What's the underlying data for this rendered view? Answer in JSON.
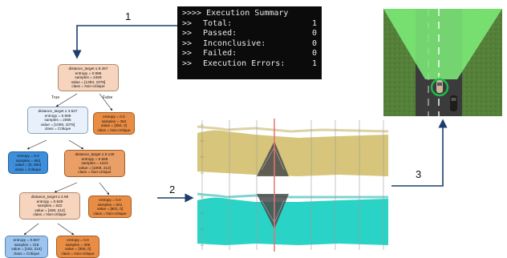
{
  "steps": {
    "one": "1",
    "two": "2",
    "three": "3"
  },
  "terminal": {
    "header": ">>>> Execution Summary",
    "rows": [
      {
        "prompt": ">>",
        "label": "Total:",
        "value": "1"
      },
      {
        "prompt": ">>",
        "label": "Passed:",
        "value": "0"
      },
      {
        "prompt": ">>",
        "label": "Inconclusive:",
        "value": "0"
      },
      {
        "prompt": ">>",
        "label": "Failed:",
        "value": "0"
      },
      {
        "prompt": ">>",
        "label": "Execution Errors:",
        "value": "1"
      }
    ]
  },
  "tree": {
    "true_label": "True",
    "false_label": "False",
    "nodes": {
      "root": [
        "distance_target ≤ 8.457",
        "entropy = 0.986",
        "samples = 2469",
        "value = [1393, 1076]",
        "class = Non-critique"
      ],
      "n1": [
        "distance_target ≤ 3.527",
        "entropy = 0.999",
        "samples = 2085",
        "value = [1009, 1076]",
        "class = Critique"
      ],
      "n2": [
        "entropy = 0.0",
        "samples = 384",
        "value = [384, 0]",
        "class = Non-critique"
      ],
      "n3": [
        "entropy = 0.0",
        "samples = 862",
        "value = [0, 862]",
        "class = Critique"
      ],
      "n4": [
        "distance_target ≤ 6.149",
        "entropy = 0.669",
        "samples = 1223",
        "value = [1009, 214]",
        "class = Non-critique"
      ],
      "n5": [
        "distance_target ≤ 4.69",
        "entropy = 0.929",
        "samples = 622",
        "value = [408, 214]",
        "class = Non-critique"
      ],
      "n6": [
        "entropy = 0.0",
        "samples = 601",
        "value = [601, 0]",
        "class = Non-critique"
      ],
      "n7": [
        "entropy = 0.907",
        "samples = 316",
        "value = [102, 214]",
        "class = Critique"
      ],
      "n8": [
        "entropy = 0.0",
        "samples = 306",
        "value = [306, 0]",
        "class = Non-critique"
      ]
    }
  },
  "colors": {
    "node_light_orange": "#f6d4bd",
    "node_orange": "#ea8d44",
    "node_light_blue": "#e8f1fb",
    "node_blue": "#3d8fdc",
    "node_mid_blue": "#9cc4ee",
    "pc_top": "#d6c57a",
    "pc_bottom": "#29d3c6",
    "axis_red": "#e57373"
  }
}
